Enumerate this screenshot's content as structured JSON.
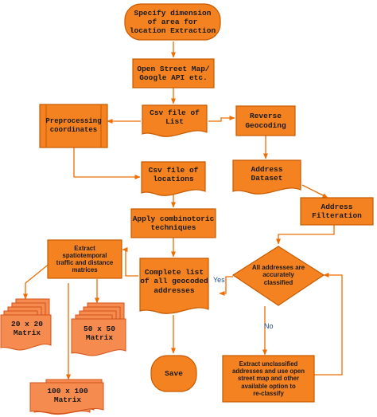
{
  "colors": {
    "fill": "#f58220",
    "stroke": "#c65a00",
    "arrow": "#ef6c00",
    "stack_fill": "#f58b4f",
    "stack_stroke": "#d4531a",
    "text": "#1a1a1a",
    "edge_label": "#1f4e9c"
  },
  "nodes": {
    "specify": "Specify dimension\nof area for\nlocation Extraction",
    "osm": "Open Street Map/\nGoogle API etc.",
    "csv_list": "Csv file of\nList",
    "preprocessing": "Preprocessing\ncoordinates",
    "reverse_geocoding": "Reverse\nGeocoding",
    "csv_locations": "Csv file of\nlocations",
    "address_dataset": "Address\nDataset",
    "address_filteration": "Address\nFilteration",
    "combinotoric": "Apply combinotoric\ntechniques",
    "extract_matrices": "Extract\nspatiotemporal\ntraffic and distance\nmatrices",
    "all_classified": "All addresses are\naccurately\nclassified",
    "complete_list": "Complete list\nof all geocoded\naddresses",
    "matrix_20": "20 x 20\nMatrix",
    "matrix_50": "50 x 50\nMatrix",
    "matrix_100": "100 x 100\nMatrix",
    "save": "Save",
    "extract_unclassified": "Extract unclassified\naddresses and use open\nstreet map and other\navailable option to\nre-classify"
  },
  "edges": {
    "yes": "Yes",
    "no": "No"
  }
}
